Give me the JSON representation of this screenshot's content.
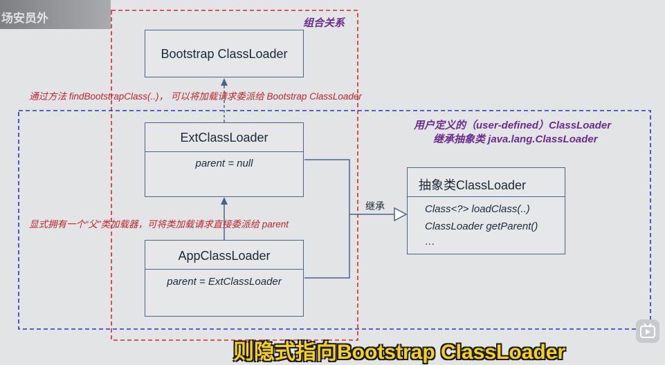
{
  "watermark": {
    "text": "场安员外"
  },
  "labels": {
    "composition": "组合关系",
    "find_bootstrap_note": "通过方法 findBootstrapClass(..)， 可以将加载请求委派给 Bootstrap ClassLoader",
    "user_defined_line1": "用户定义的（user-defined）ClassLoader",
    "user_defined_line2": "继承抽象类 java.lang.ClassLoader",
    "explicit_parent_note": "显式拥有一个“父”类加载器，可将类加载请求直接委派给 parent",
    "inherit": "继承"
  },
  "boxes": {
    "bootstrap": {
      "title": "Bootstrap ClassLoader"
    },
    "ext": {
      "title": "ExtClassLoader",
      "field": "parent = null"
    },
    "app": {
      "title": "AppClassLoader",
      "field": "parent = ExtClassLoader"
    },
    "abstract": {
      "title": "抽象类ClassLoader",
      "method1": "Class<?> loadClass(..)",
      "method2": "ClassLoader getParent()",
      "more": "…"
    }
  },
  "subtitle": {
    "text": "则隐式指向Bootstrap ClassLoader"
  },
  "colors": {
    "red_dash": "#d42a2a",
    "blue_dash": "#2d2fc9",
    "line": "#4a6583",
    "purple": "#6b2c8f"
  }
}
